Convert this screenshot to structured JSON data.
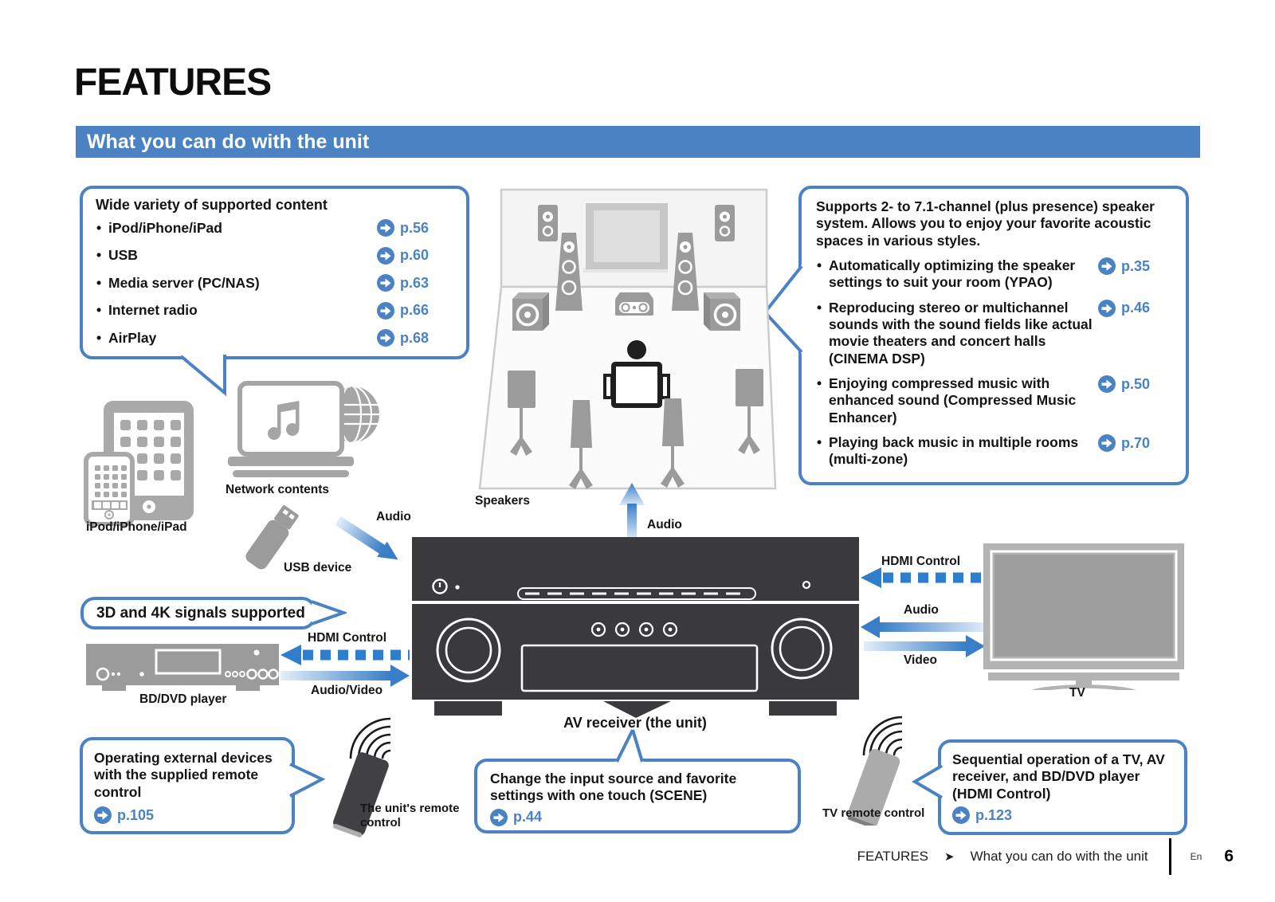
{
  "page": {
    "title": "FEATURES",
    "section_title": "What you can do with the unit",
    "footer": {
      "chapter": "FEATURES",
      "separator": "➤",
      "section": "What you can do with the unit",
      "language": "En",
      "page_number": "6"
    }
  },
  "colors": {
    "accent": "#4a82c4",
    "dashed_arrow": "#2f7ece",
    "device_gray": "#9b9b9b",
    "receiver_dark": "#3a3a3c"
  },
  "callouts": {
    "supported_content": {
      "title": "Wide variety of supported content",
      "items": [
        {
          "label": "iPod/iPhone/iPad",
          "page": "p.56"
        },
        {
          "label": "USB",
          "page": "p.60"
        },
        {
          "label": "Media server (PC/NAS)",
          "page": "p.63"
        },
        {
          "label": "Internet radio",
          "page": "p.66"
        },
        {
          "label": "AirPlay",
          "page": "p.68"
        }
      ]
    },
    "speaker_system": {
      "intro": "Supports 2- to 7.1-channel (plus presence) speaker system. Allows you to enjoy your favorite acoustic spaces in various styles.",
      "items": [
        {
          "label": "Automatically optimizing the speaker settings to suit your room (YPAO)",
          "page": "p.35"
        },
        {
          "label": "Reproducing stereo or multichannel sounds with the sound fields like actual movie theaters and concert halls (CINEMA DSP)",
          "page": "p.46"
        },
        {
          "label": "Enjoying compressed music with enhanced sound (Compressed Music Enhancer)",
          "page": "p.50"
        },
        {
          "label": "Playing back music in multiple rooms (multi-zone)",
          "page": "p.70"
        }
      ]
    },
    "signals_3d4k": {
      "title": "3D and 4K signals supported"
    },
    "external_remote": {
      "title": "Operating external devices with the supplied remote control",
      "page": "p.105"
    },
    "scene": {
      "title": "Change the input source and favorite settings with one touch (SCENE)",
      "page": "p.44"
    },
    "hdmi_sequential": {
      "title": "Sequential operation of a TV, AV receiver, and BD/DVD player (HDMI Control)",
      "page": "p.123"
    }
  },
  "diagram": {
    "labels": {
      "speakers": "Speakers",
      "ipod": "iPod/iPhone/iPad",
      "network_contents": "Network contents",
      "usb_device": "USB device",
      "bd_dvd_player": "BD/DVD player",
      "av_receiver": "AV receiver (the unit)",
      "tv": "TV",
      "unit_remote": "The unit's remote control",
      "tv_remote": "TV remote control"
    },
    "connections": {
      "usb_audio": "Audio",
      "speakers_audio": "Audio",
      "bd_hdmi_control": "HDMI Control",
      "bd_audio_video": "Audio/Video",
      "tv_hdmi_control": "HDMI Control",
      "tv_audio": "Audio",
      "tv_video": "Video"
    }
  }
}
